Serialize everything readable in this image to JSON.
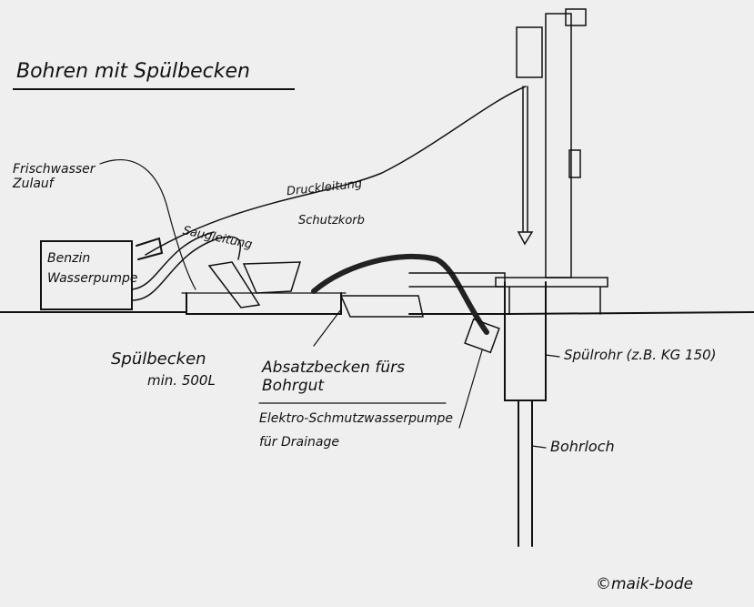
{
  "title": "Bohren mit Spülbecken",
  "labels": {
    "fresh_water": [
      "Frischwasser",
      "Zulauf"
    ],
    "pressure_line": "Druckleitung",
    "suction_line": "Saugleitung",
    "protective_basket": "Schutzkorb",
    "petrol_pump": [
      "Benzin",
      "Wasserpumpe"
    ],
    "flush_basin": [
      "Spülbecken",
      "min. 500L"
    ],
    "settling_basin": [
      "Absatzbecken fürs",
      "Bohrgut"
    ],
    "drainage_pump": [
      "Elektro-Schmutzwasserpumpe",
      "für Drainage"
    ],
    "flush_pipe": "Spülrohr (z.B. KG 150)",
    "borehole": "Bohrloch"
  },
  "copyright": "©maik-bode"
}
